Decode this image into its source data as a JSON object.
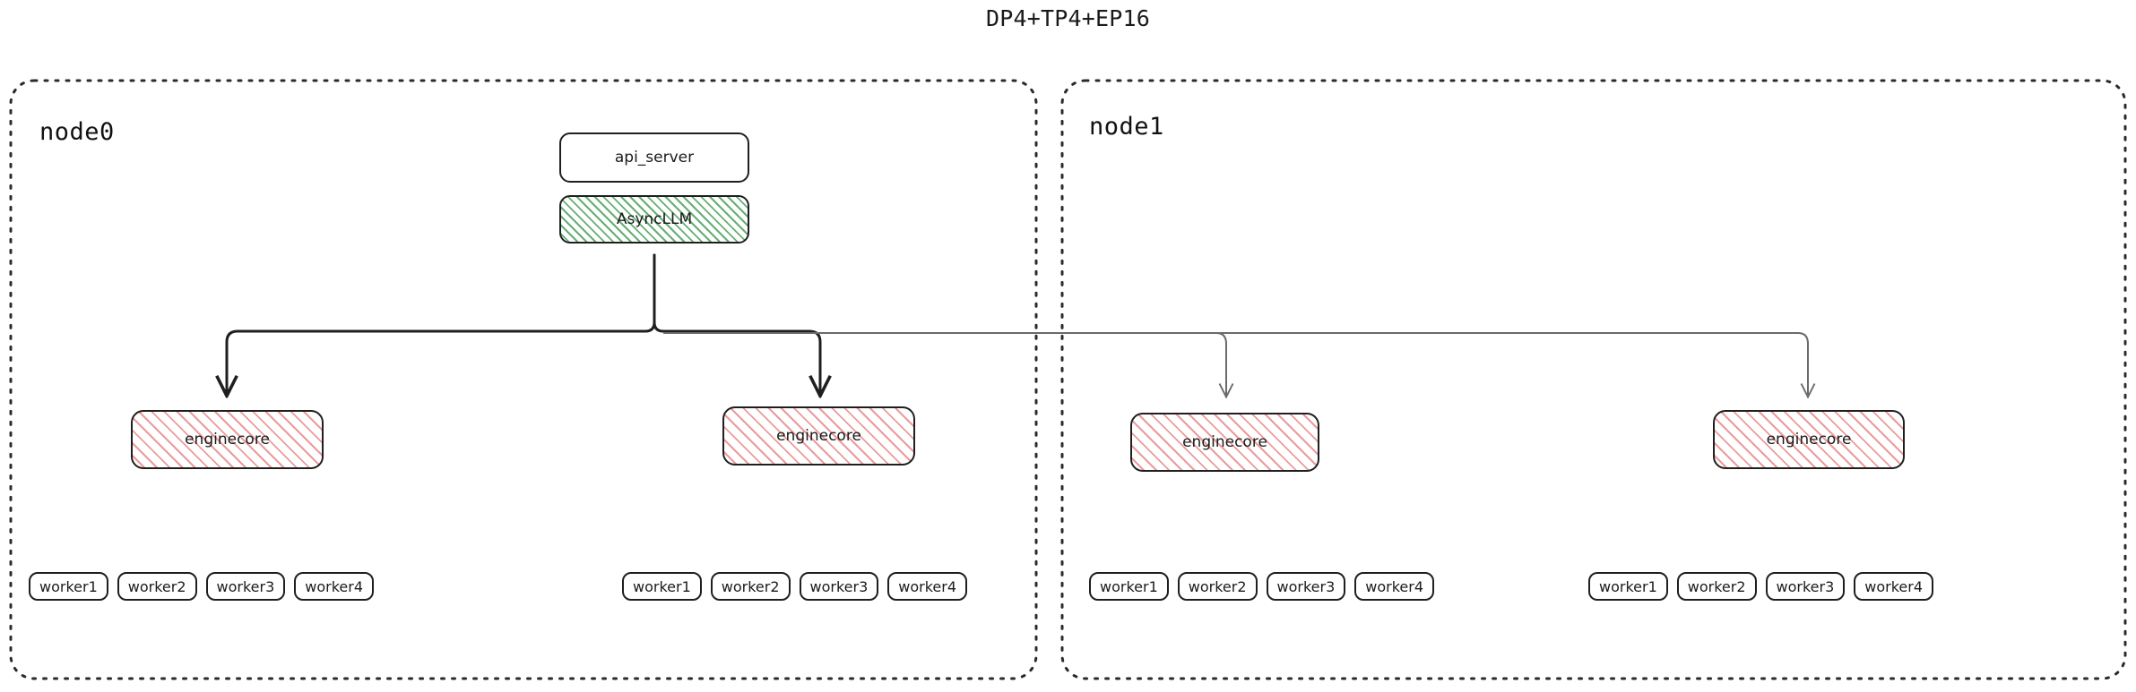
{
  "title": "DP4+TP4+EP16",
  "colors": {
    "stroke": "#1f1f1f",
    "async_hatch": "#4aa05c",
    "engine_hatch": "#e47a7a",
    "node1_arrow": "#6b6b6b",
    "container_border": "#2b2b2b"
  },
  "nodes": [
    {
      "id": "node0",
      "label": "node0",
      "services": [
        {
          "name": "api_server",
          "label": "api_server",
          "style": "plain"
        },
        {
          "name": "AsyncLLM",
          "label": "AsyncLLM",
          "style": "green-hatch"
        }
      ],
      "enginecores": [
        {
          "label": "enginecore",
          "workers": [
            {
              "label": "worker1"
            },
            {
              "label": "worker2"
            },
            {
              "label": "worker3"
            },
            {
              "label": "worker4"
            }
          ]
        },
        {
          "label": "enginecore",
          "workers": [
            {
              "label": "worker1"
            },
            {
              "label": "worker2"
            },
            {
              "label": "worker3"
            },
            {
              "label": "worker4"
            }
          ]
        }
      ]
    },
    {
      "id": "node1",
      "label": "node1",
      "services": [],
      "enginecores": [
        {
          "label": "enginecore",
          "workers": [
            {
              "label": "worker1"
            },
            {
              "label": "worker2"
            },
            {
              "label": "worker3"
            },
            {
              "label": "worker4"
            }
          ]
        },
        {
          "label": "enginecore",
          "workers": [
            {
              "label": "worker1"
            },
            {
              "label": "worker2"
            },
            {
              "label": "worker3"
            },
            {
              "label": "worker4"
            }
          ]
        }
      ]
    }
  ],
  "connections": [
    {
      "from": "AsyncLLM",
      "to": "node0.enginecore.0",
      "style": "solid-dark"
    },
    {
      "from": "AsyncLLM",
      "to": "node0.enginecore.1",
      "style": "solid-dark"
    },
    {
      "from": "AsyncLLM",
      "to": "node1.enginecore.0",
      "style": "solid-light"
    },
    {
      "from": "AsyncLLM",
      "to": "node1.enginecore.1",
      "style": "solid-light"
    }
  ]
}
